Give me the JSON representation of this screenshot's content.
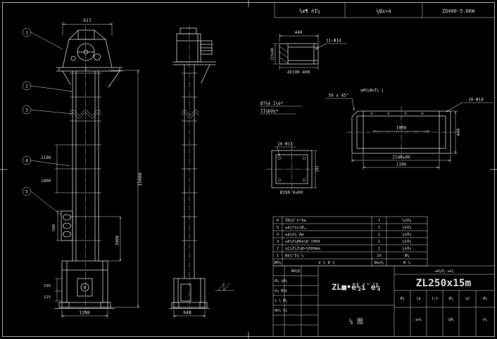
{
  "sheet": {
    "bg": "#000000",
    "line_color": "#d9d9d9",
    "model": "ZL250x15m"
  },
  "top_strip": {
    "cell1": "½æ¶ éÌ¼",
    "cell2": "¼Œ±»á",
    "cell3": "ZQ400-5.6KW"
  },
  "front_view": {
    "balloons": [
      "1",
      "2",
      "3",
      "4",
      "5"
    ],
    "dim_top": "917",
    "dim_height": "15000",
    "dim_section": "3000",
    "dim_left_1": "1196",
    "dim_left_2": "1000",
    "dim_bucket": "500",
    "dim_boot_1": "190",
    "dim_boot_2": "125",
    "dim_bottom": "1288"
  },
  "side_view": {
    "dim_bottom": "948"
  },
  "detail_flange": {
    "dim_top": "440",
    "dim_left": "219±00",
    "dim_bottom": "4X100-400",
    "holes": "11-Φ14"
  },
  "notes": {
    "note1": "Ø7¼è Ì¼è*",
    "note2": "ÏÎ¼ÐÒ¼*"
  },
  "detail_casing": {
    "chamfer": "50 x 45°",
    "note": "≥Ø½¼Ø≥Î¼ j",
    "holes": "10-Φ18",
    "dim_inner": "1098",
    "dim_len1": "2140±00",
    "dim_len2": "1186",
    "dim_height": "440"
  },
  "detail_plate": {
    "holes": "16-Φ14",
    "dim_bottom": "Ø280.8±00",
    "dim_right": "245"
  },
  "parts_table": {
    "rows": [
      {
        "no": "6",
        "name": "ÏØ¼ÒˆX°Áø",
        "qty": "1",
        "mat": "¼šÒ¼"
      },
      {
        "no": "5",
        "name": "±à¼ª¼L¼Ø„",
        "qty": "1",
        "mat": "¼šÒ¼"
      },
      {
        "no": "4",
        "name": "±ä¼X¼'Áø",
        "qty": "1",
        "mat": "¼šÒ¼"
      },
      {
        "no": "3",
        "name": "±0¼X¼Ø6é¼Ð-1000",
        "qty": "1",
        "mat": "¼šÒ¼"
      },
      {
        "no": "2",
        "name": "¼Ç¼Î¼Ì¼Ø=1000mm",
        "qty": "1",
        "mat": "¼šÒ¼"
      },
      {
        "no": "1",
        "name": "Ø£¼°Ì¼ˆ¼",
        "qty": "1X",
        "mat": "Ø¼"
      }
    ],
    "header": {
      "no": "ØÒ¼",
      "name": "é ¼ Ø ¼",
      "qty": "Ø±ò¼",
      "mat": "Ø ¼"
    }
  },
  "title_block": {
    "sign_label": "ÄÐ¼E",
    "sign_cells": [
      "Ø¼ ¼Ø¼",
      "é¼ Ø¼è",
      "¼ ¼ Ø¼",
      "Øè¼ ¼¼"
    ],
    "title": "ZL■•ê½í¨é¼",
    "subtitle": "¼ 图",
    "top_note": "±ä¼X¼ ±ò¼",
    "model": "ZL250x15m",
    "scale_cells": [
      "Ø¼",
      "¼ä",
      "1:X",
      "Ø¼",
      "¼è",
      "Ø¼"
    ],
    "bottom_cells": [
      "±ò¼",
      "¼Ø¼",
      "é¼"
    ]
  }
}
